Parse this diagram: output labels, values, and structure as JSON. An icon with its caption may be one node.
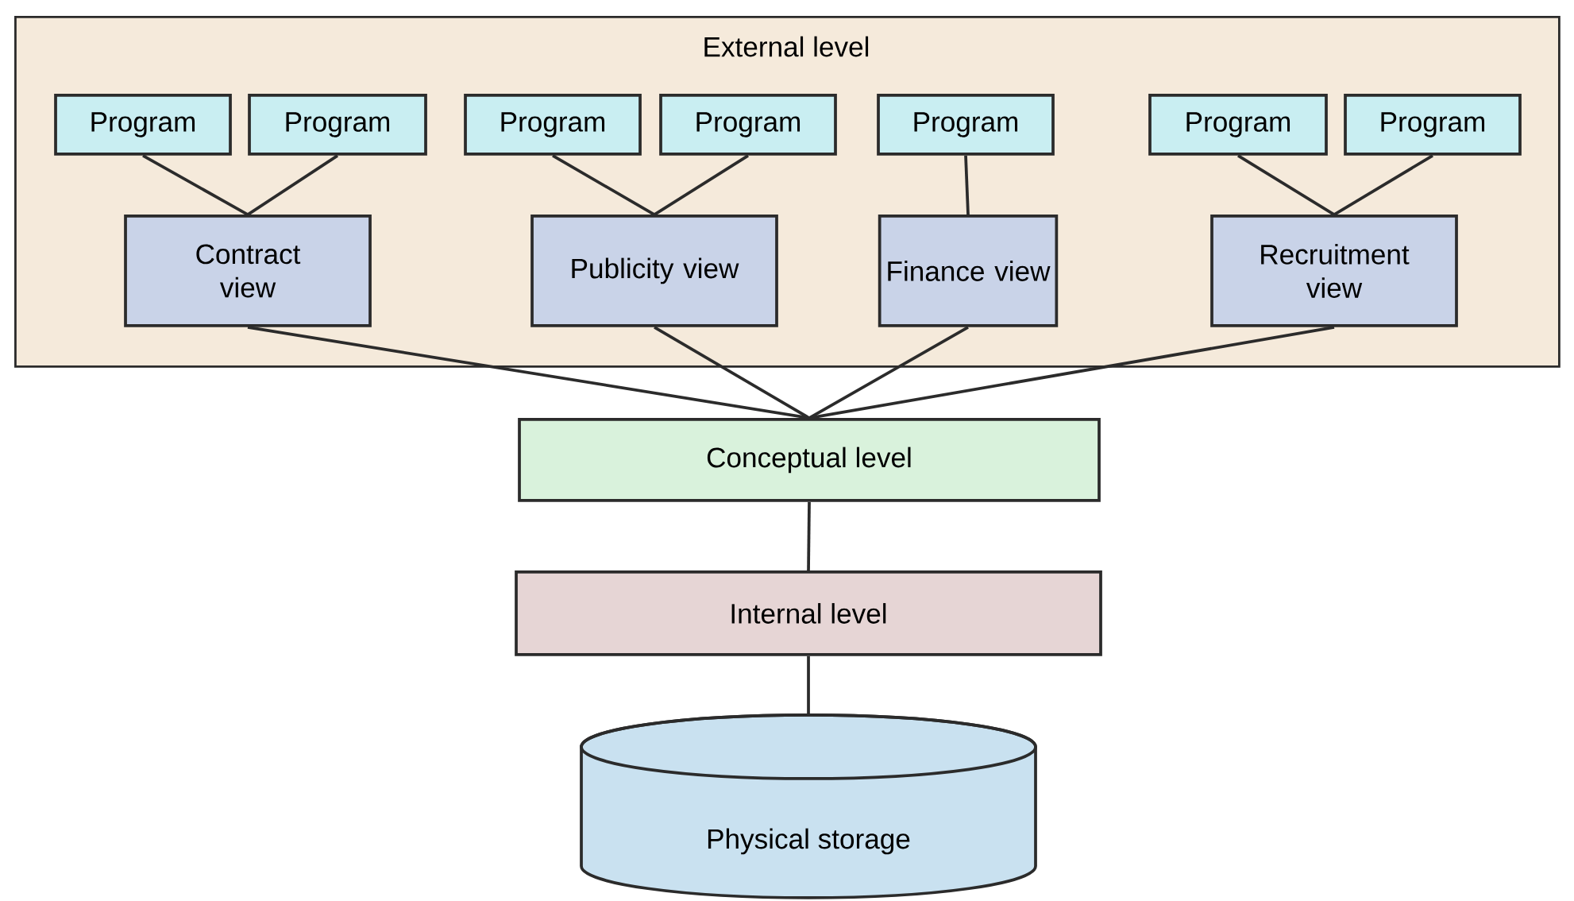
{
  "diagram": {
    "nodes": [
      {
        "text": [
          "External level"
        ]
      },
      {
        "text": [
          "Program"
        ],
        "in": 0
      },
      {
        "text": [
          "Program"
        ],
        "in": 0
      },
      {
        "text": [
          "Program"
        ],
        "in": 0
      },
      {
        "text": [
          "Program"
        ],
        "in": 0
      },
      {
        "text": [
          "Program"
        ],
        "in": 0
      },
      {
        "text": [
          "Program"
        ],
        "in": 0
      },
      {
        "text": [
          "Program"
        ],
        "in": 0
      },
      {
        "text": [
          "Contract view"
        ],
        "in": 0
      },
      {
        "text": [
          "Publicity view"
        ],
        "in": 0
      },
      {
        "text": [
          "Finance view"
        ],
        "in": 0
      },
      {
        "text": [
          "Recruitment view"
        ],
        "in": 0
      },
      {
        "text": [
          "Conceptual level"
        ]
      },
      {
        "text": [
          "Internal level"
        ]
      },
      {
        "text": [
          "Physical storage"
        ]
      }
    ],
    "edges": [
      {
        "from": 1,
        "to": 8,
        "arrow": "none"
      },
      {
        "from": 2,
        "to": 8,
        "arrow": "none"
      },
      {
        "from": 3,
        "to": 9,
        "arrow": "none"
      },
      {
        "from": 4,
        "to": 9,
        "arrow": "none"
      },
      {
        "from": 5,
        "to": 10,
        "arrow": "none"
      },
      {
        "from": 6,
        "to": 11,
        "arrow": "none"
      },
      {
        "from": 7,
        "to": 11,
        "arrow": "none"
      },
      {
        "from": 8,
        "to": 12,
        "arrow": "none"
      },
      {
        "from": 9,
        "to": 12,
        "arrow": "none"
      },
      {
        "from": 10,
        "to": 12,
        "arrow": "none"
      },
      {
        "from": 11,
        "to": 12,
        "arrow": "none"
      },
      {
        "from": 12,
        "to": 13,
        "arrow": "none"
      },
      {
        "from": 13,
        "to": 14,
        "arrow": "none"
      }
    ]
  }
}
